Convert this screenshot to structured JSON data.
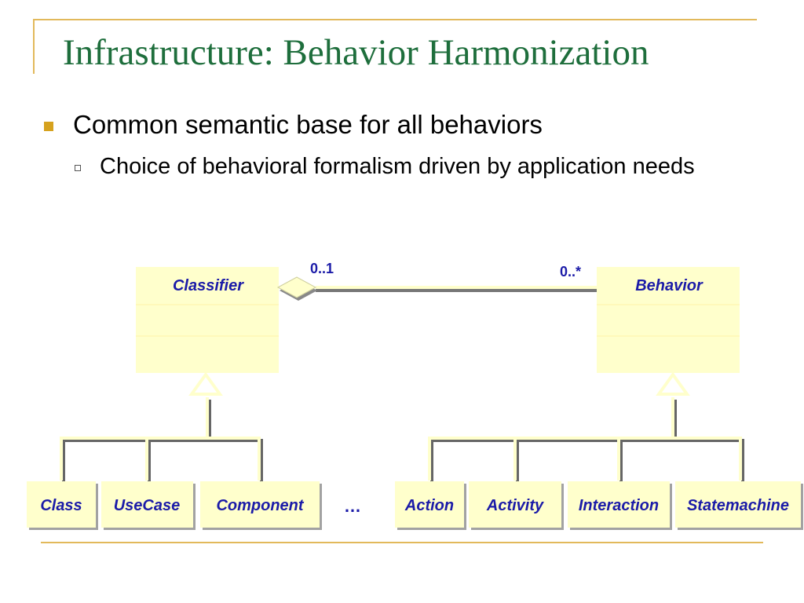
{
  "slide": {
    "title": "Infrastructure: Behavior Harmonization",
    "bullet_1": "Common semantic base for all behaviors",
    "bullet_2": "Choice of behavioral formalism driven by application needs"
  },
  "diagram": {
    "classifier": {
      "label": "Classifier"
    },
    "behavior": {
      "label": "Behavior"
    },
    "association": {
      "classifier_end": "0..1",
      "behavior_end": "0..*"
    },
    "classifier_subclasses": [
      "Class",
      "UseCase",
      "Component"
    ],
    "ellipsis": "…",
    "behavior_subclasses": [
      "Action",
      "Activity",
      "Interaction",
      "Statemachine"
    ]
  },
  "colors": {
    "title": "#1E6E3C",
    "accent": "#E2B95B",
    "bullet": "#D6A21E",
    "class_fill": "#FFFFCC",
    "class_text": "#1B1BA8"
  }
}
